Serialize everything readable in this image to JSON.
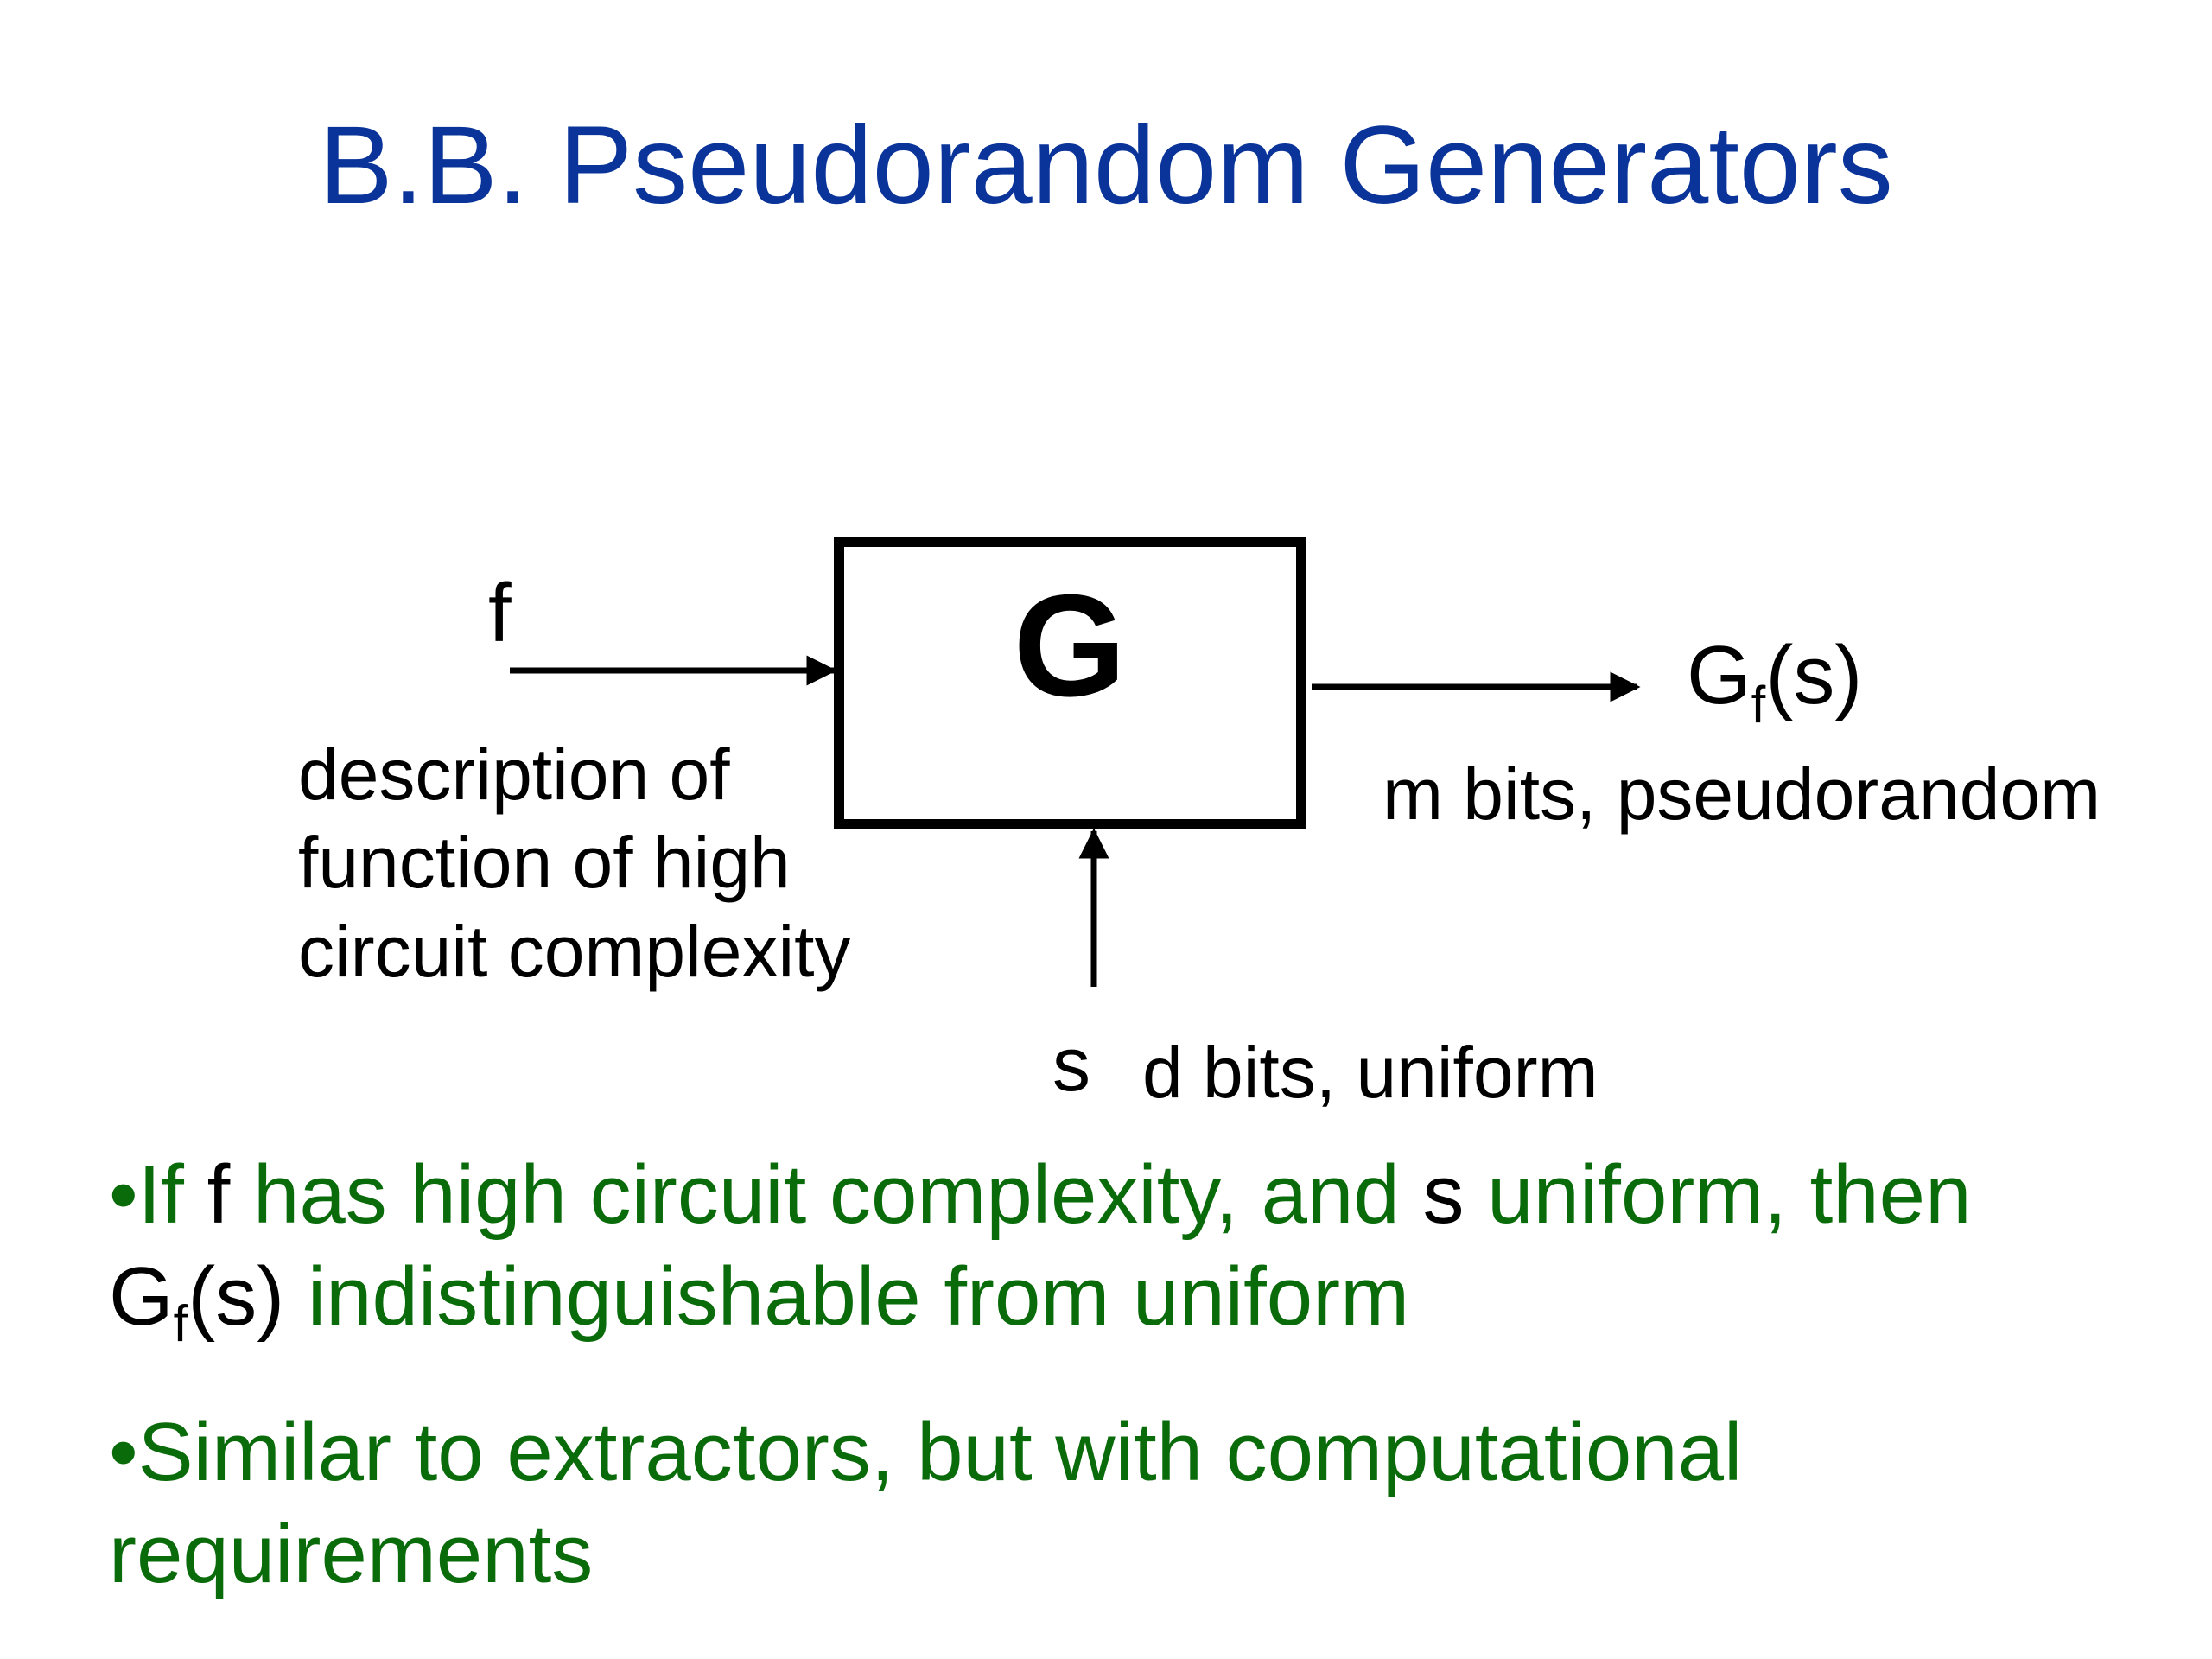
{
  "title": "B.B. Pseudorandom Generators",
  "colors": {
    "title": "#0a3499",
    "bullet_text": "#0a6b0a",
    "emphasis_text": "#000000",
    "diagram_stroke": "#000000"
  },
  "diagram": {
    "box_label": "G",
    "input_f": {
      "label": "f",
      "description": [
        "description of",
        "function of high",
        "circuit complexity"
      ]
    },
    "input_s": {
      "label": "s",
      "description": "d bits, uniform"
    },
    "output": {
      "label_main": "G",
      "label_sub": "f",
      "label_arg": "(s)",
      "description": "m bits, pseudorandom"
    }
  },
  "bullets": {
    "b1": {
      "marker": "•",
      "part1": "If ",
      "var_f": "f",
      "part2": " has high circuit complexity, and ",
      "var_s": "s",
      "part3": " uniform, then ",
      "g_main": "G",
      "g_sub": "f",
      "g_arg": "(s)",
      "part4": " indistinguishable from uniform"
    },
    "b2": {
      "marker": "•",
      "text": "Similar to extractors, but with computational requirements"
    }
  }
}
